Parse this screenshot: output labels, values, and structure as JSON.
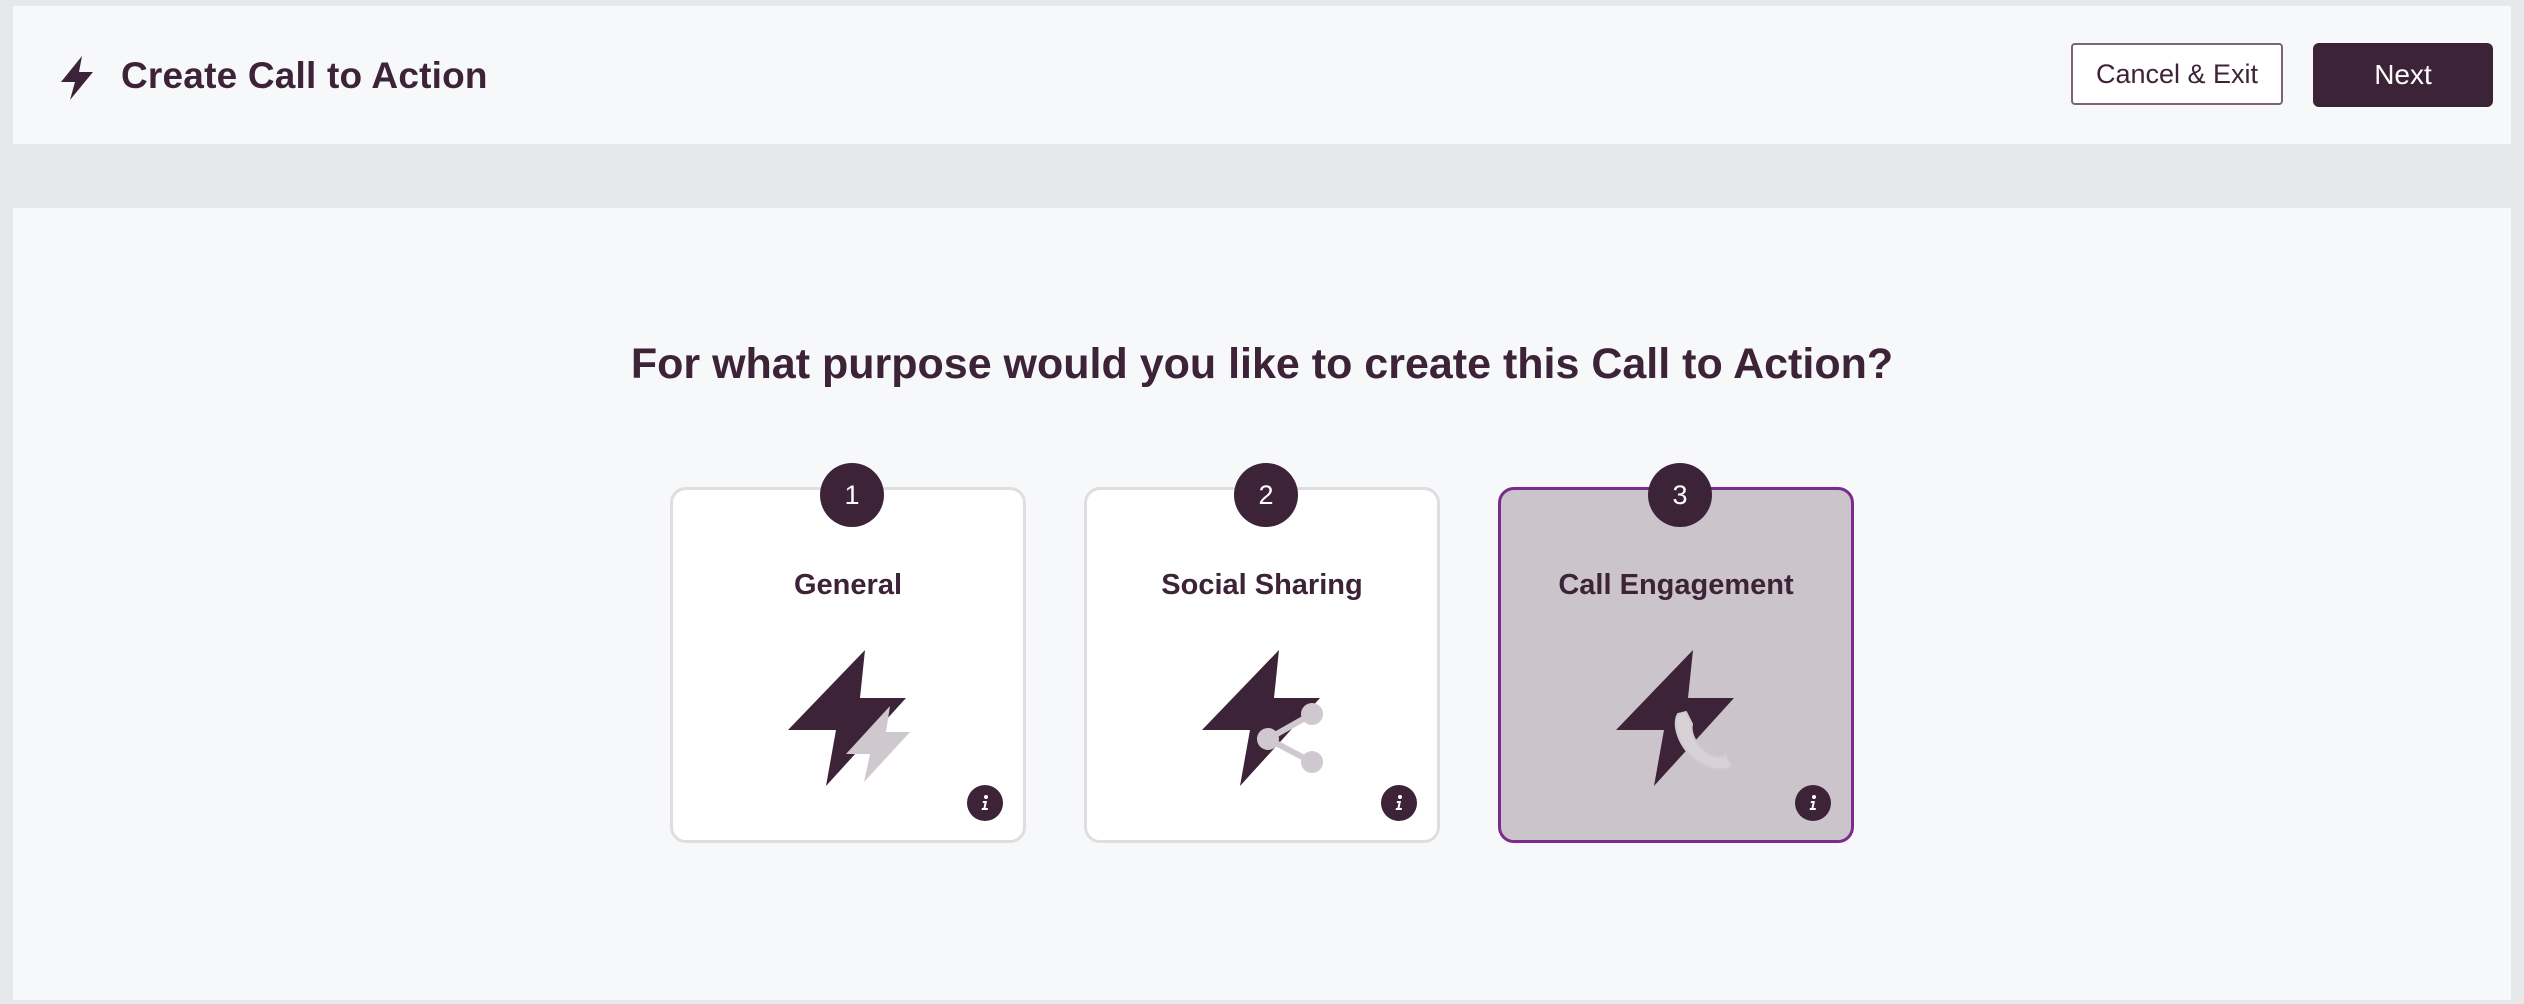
{
  "header": {
    "title": "Create Call to Action",
    "cancel_label": "Cancel & Exit",
    "next_label": "Next",
    "icon": "bolt-icon"
  },
  "main": {
    "question": "For what purpose would you like to create this Call to Action?"
  },
  "cards": [
    {
      "number": "1",
      "label": "General",
      "icon": "bolt-icon",
      "selected": false
    },
    {
      "number": "2",
      "label": "Social Sharing",
      "icon": "bolt-share-icon",
      "selected": false
    },
    {
      "number": "3",
      "label": "Call Engagement",
      "icon": "bolt-phone-icon",
      "selected": true
    }
  ],
  "colors": {
    "primary": "#3d2338",
    "selected_border": "#7b2a8e",
    "selected_bg": "#ccc4cb",
    "accent_light": "#cfc8ce"
  }
}
